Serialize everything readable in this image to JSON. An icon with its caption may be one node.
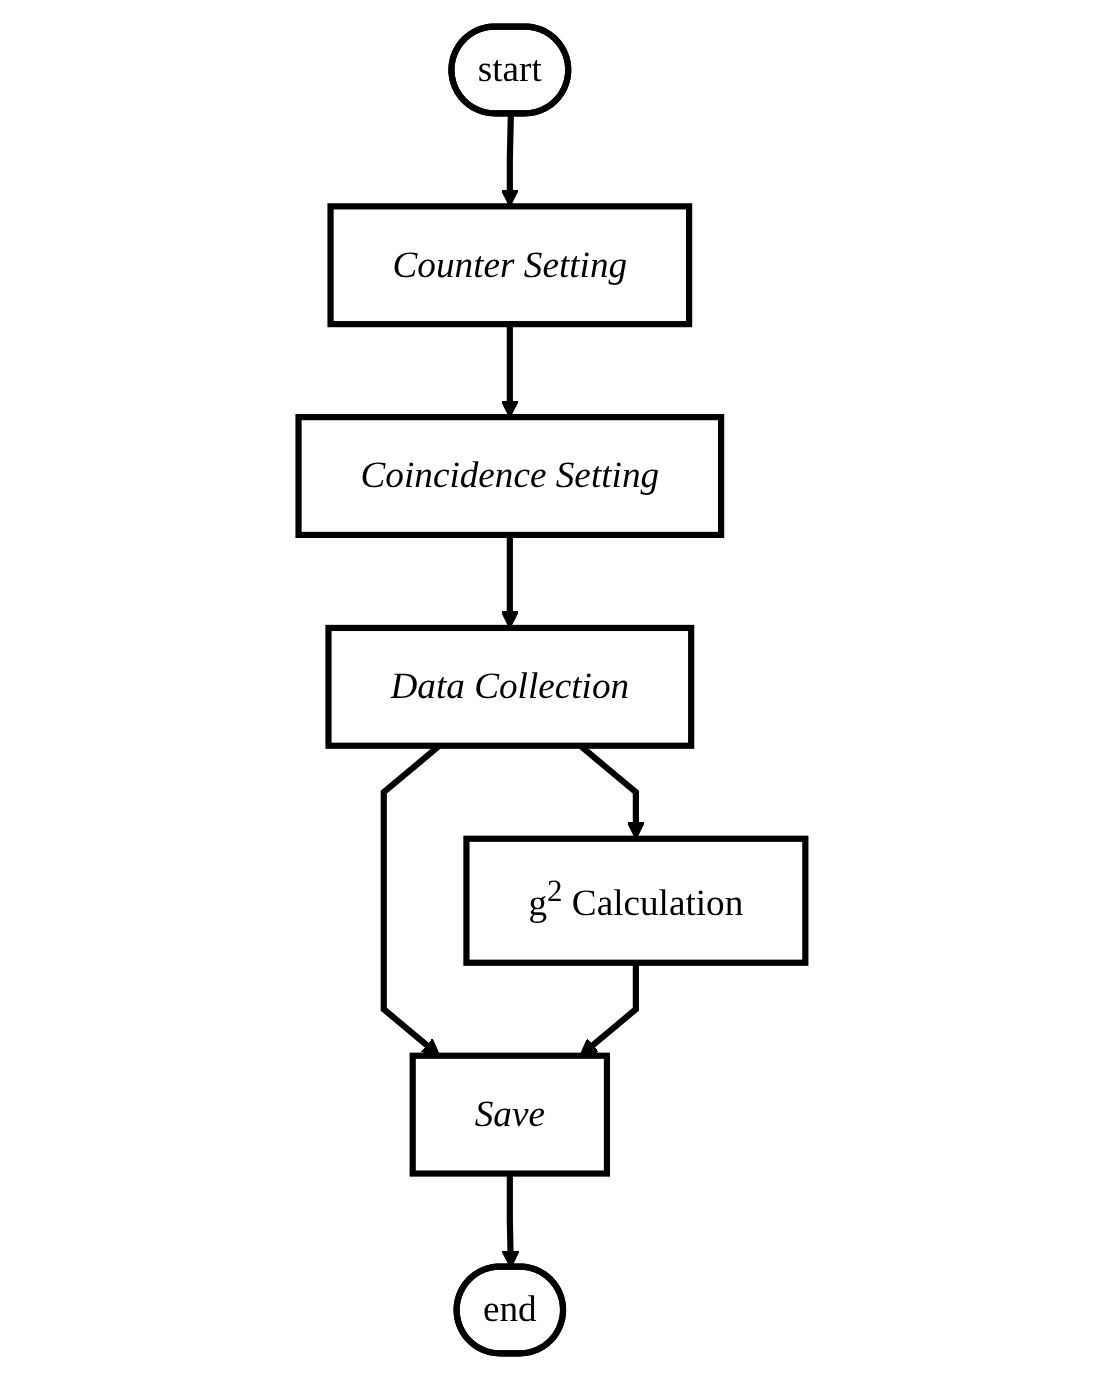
{
  "diagram": {
    "nodes": [
      {
        "text": [
          "start"
        ]
      },
      {
        "text": [
          "Counter Setting"
        ]
      },
      {
        "text": [
          "Coincidence Setting"
        ]
      },
      {
        "text": [
          "Data Collection"
        ]
      },
      {
        "text": [
          "g$^{2}$ Calculation"
        ]
      },
      {
        "text": [
          "Save"
        ]
      },
      {
        "text": [
          "end"
        ]
      }
    ],
    "edges": [
      {
        "from": 0,
        "to": 1,
        "arrow": "to"
      },
      {
        "from": 1,
        "to": 2,
        "arrow": "to"
      },
      {
        "from": 2,
        "to": 3,
        "arrow": "to"
      },
      {
        "from": 3,
        "to": 4,
        "arrow": "to"
      },
      {
        "from": 3,
        "to": 5,
        "arrow": "to"
      },
      {
        "from": 4,
        "to": 5,
        "arrow": "to"
      },
      {
        "from": 5,
        "to": 6,
        "arrow": "to"
      }
    ]
  }
}
